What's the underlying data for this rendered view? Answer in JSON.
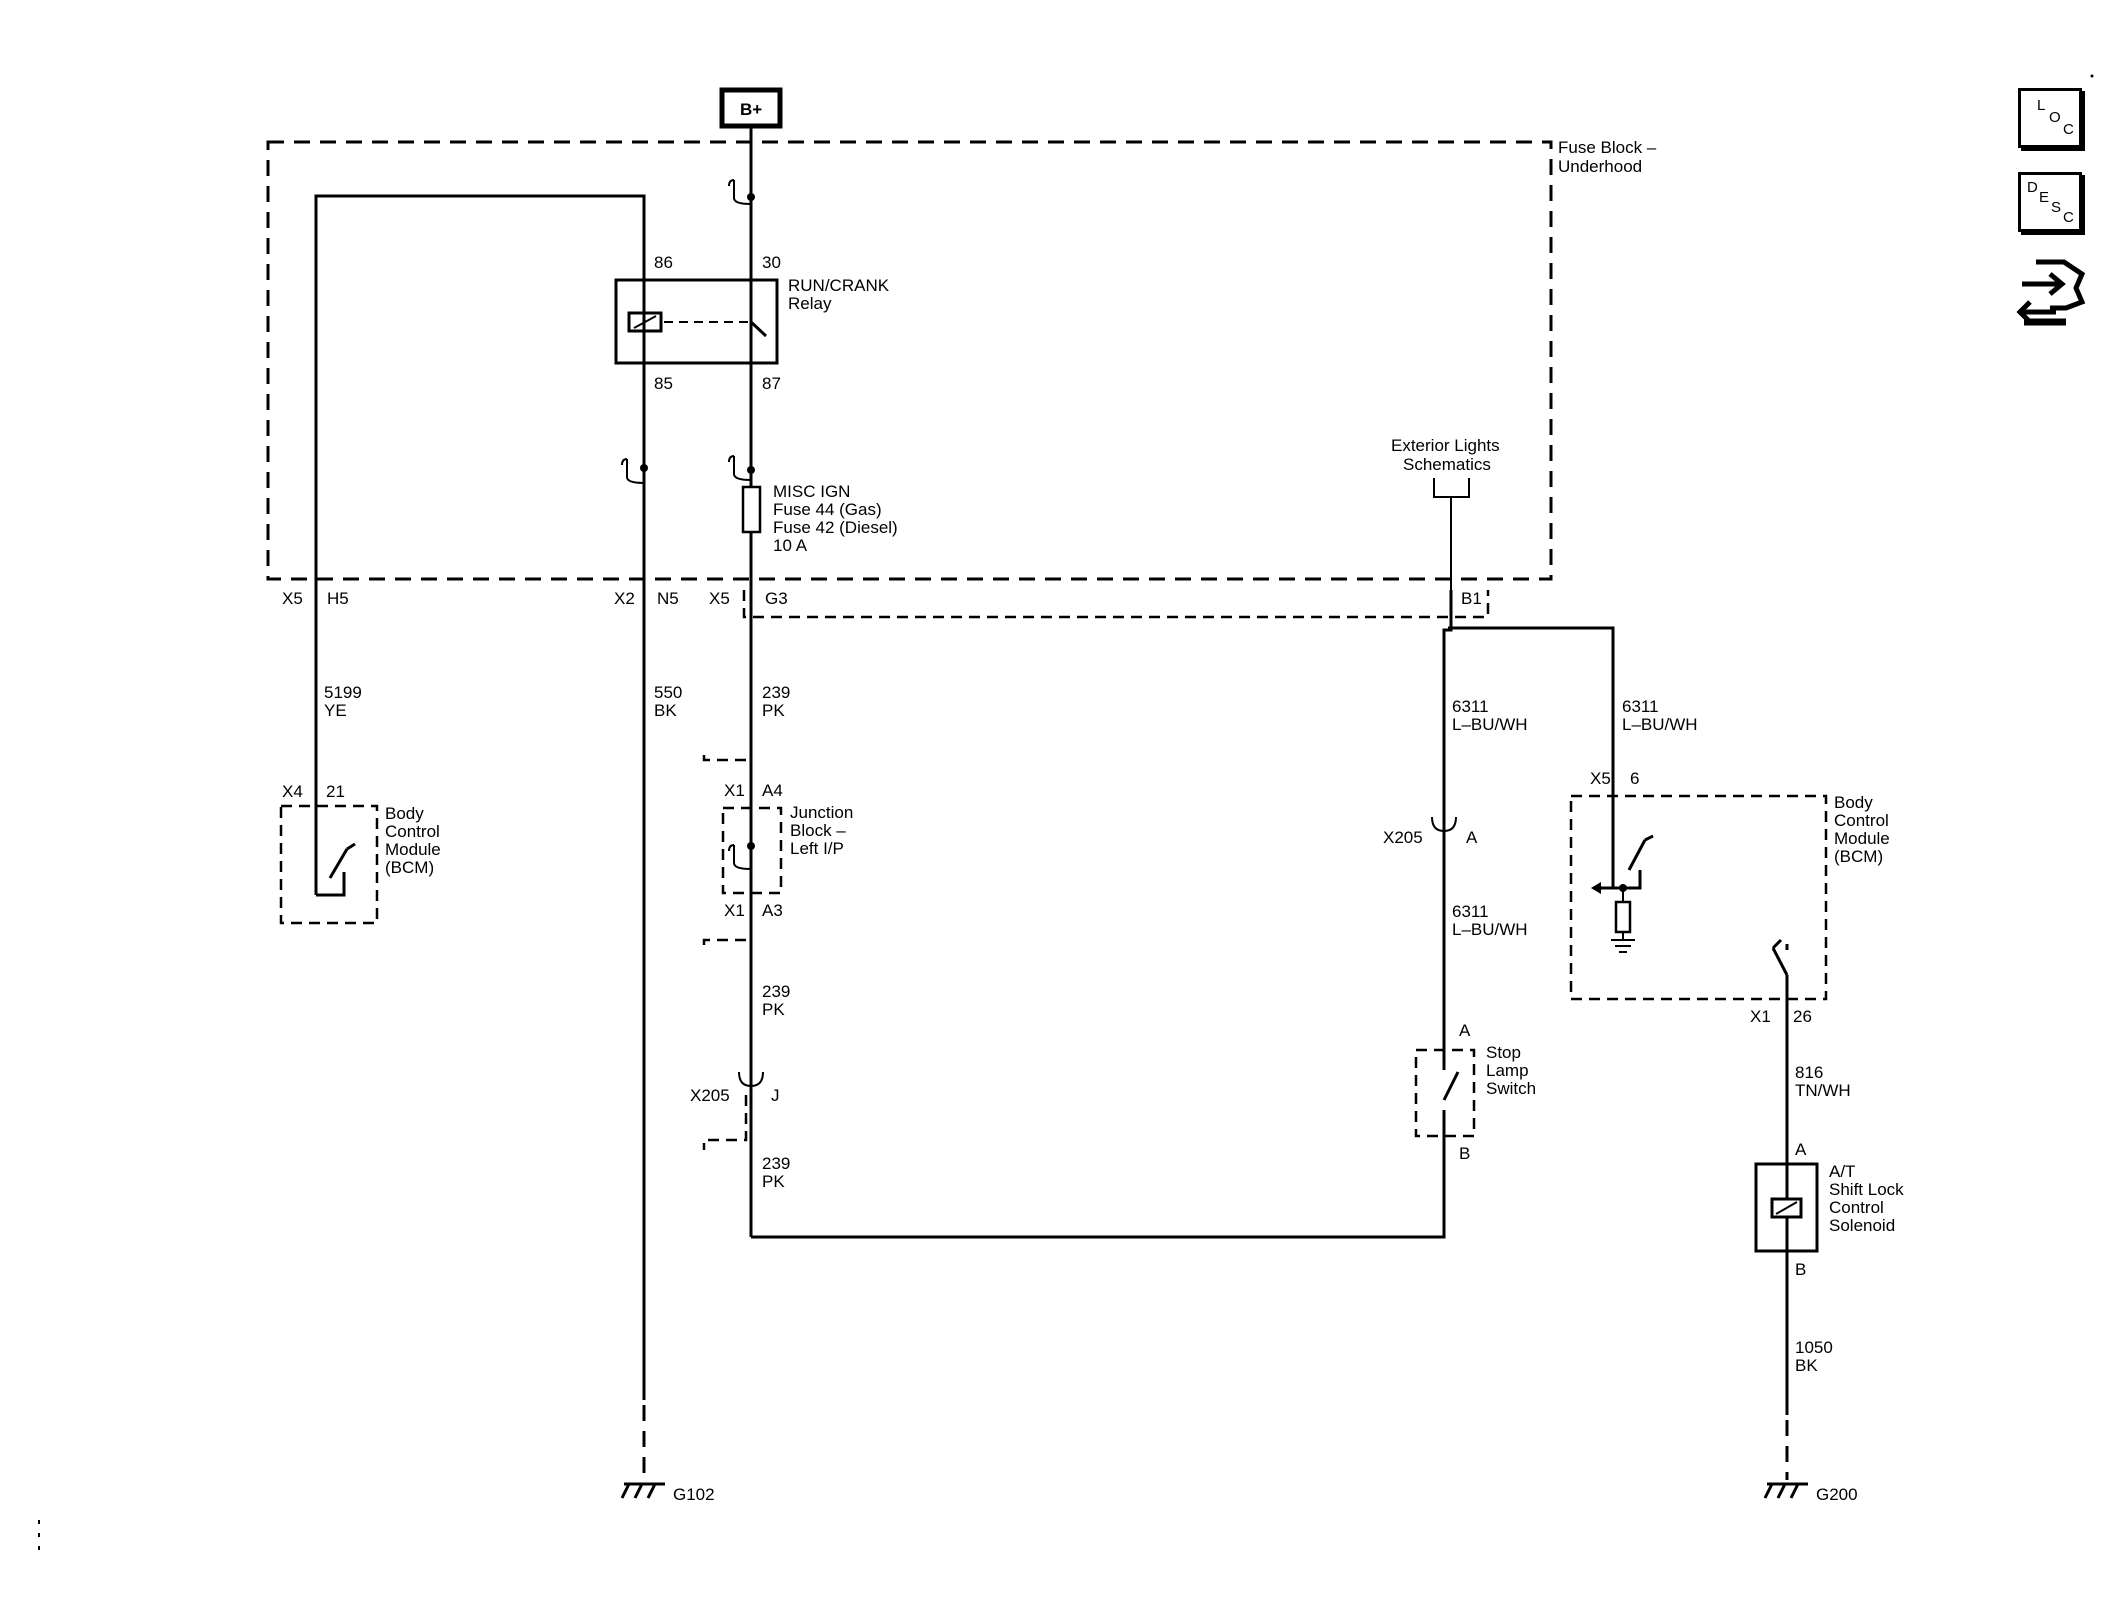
{
  "power": {
    "label": "B+"
  },
  "fuse_block": {
    "line1": "Fuse Block –",
    "line2": "Underhood"
  },
  "relay": {
    "line1": "RUN/CRANK",
    "line2": "Relay",
    "pin86": "86",
    "pin30": "30",
    "pin85": "85",
    "pin87": "87"
  },
  "fuse": {
    "line1": "MISC IGN",
    "line2": "Fuse 44 (Gas)",
    "line3": "Fuse 42 (Diesel)",
    "line4": "10 A"
  },
  "ext_lights": {
    "line1": "Exterior Lights",
    "line2": "Schematics"
  },
  "connectors": {
    "x5_h5_a": "X5",
    "x5_h5_b": "H5",
    "x2_n5_a": "X2",
    "x2_n5_b": "N5",
    "x5_g3_a": "X5",
    "x5_g3_b": "G3",
    "b1": "B1"
  },
  "wires": {
    "w5199_num": "5199",
    "w5199_col": "YE",
    "w550_num": "550",
    "w550_col": "BK",
    "w239a_num": "239",
    "w239a_col": "PK",
    "w239b_num": "239",
    "w239b_col": "PK",
    "w239c_num": "239",
    "w239c_col": "PK",
    "w6311a_num": "6311",
    "w6311a_col": "L–BU/WH",
    "w6311b_num": "6311",
    "w6311b_col": "L–BU/WH",
    "w6311c_num": "6311",
    "w6311c_col": "L–BU/WH",
    "w816_num": "816",
    "w816_col": "TN/WH",
    "w1050_num": "1050",
    "w1050_col": "BK"
  },
  "bcm_left": {
    "conn": "X4",
    "pin": "21",
    "line1": "Body",
    "line2": "Control",
    "line3": "Module",
    "line4": "(BCM)"
  },
  "junction_block": {
    "line1": "Junction",
    "line2": "Block –",
    "line3": "Left I/P",
    "x1_top": "X1",
    "a4": "A4",
    "x1_bot": "X1",
    "a3": "A3"
  },
  "x205_j": {
    "conn": "X205",
    "pin": "J"
  },
  "x205_a": {
    "conn": "X205",
    "pin": "A"
  },
  "stop_lamp": {
    "pin_a": "A",
    "pin_b": "B",
    "line1": "Stop",
    "line2": "Lamp",
    "line3": "Switch"
  },
  "bcm_right": {
    "conn_top": "X5",
    "pin_top": "6",
    "conn_bot": "X1",
    "pin_bot": "26",
    "line1": "Body",
    "line2": "Control",
    "line3": "Module",
    "line4": "(BCM)"
  },
  "solenoid": {
    "pin_a": "A",
    "pin_b": "B",
    "line1": "A/T",
    "line2": "Shift Lock",
    "line3": "Control",
    "line4": "Solenoid"
  },
  "grounds": {
    "g102": "G102",
    "g200": "G200"
  },
  "side_buttons": {
    "loc": [
      "L",
      "O",
      "C"
    ],
    "desc": [
      "D",
      "E",
      "S",
      "C"
    ]
  }
}
